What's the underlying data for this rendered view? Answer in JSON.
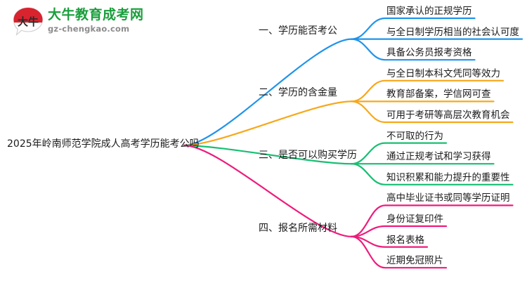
{
  "logo": {
    "mark_alt": "daniu-logo",
    "mark_text": "大牛",
    "title": "大牛教育成考网",
    "subtitle": "gz-chengkao.com",
    "title_color": "#1a9e3c",
    "mark_color": "#d9232e"
  },
  "mindmap": {
    "root": "2025年岭南师范学院成人高考学历能考公吗",
    "branches": [
      {
        "label": "一、学历能否考公",
        "color": "#2094ea",
        "children": [
          "国家承认的正规学历",
          "与全日制学历相当的社会认可度",
          "具备公务员报考资格"
        ]
      },
      {
        "label": "二、学历的含金量",
        "color": "#f7a81b",
        "children": [
          "与全日制本科文凭同等效力",
          "教育部备案，学信网可查",
          "可用于考研等高层次教育机会"
        ]
      },
      {
        "label": "三、是否可以购买学历",
        "color": "#18bf72",
        "children": [
          "不可取的行为",
          "通过正规考试和学习获得",
          "知识积累和能力提升的重要性"
        ]
      },
      {
        "label": "四、报名所需材料",
        "color": "#ef1b7b",
        "children": [
          "高中毕业证书或同等学历证明",
          "身份证复印件",
          "报名表格",
          "近期免冠照片"
        ]
      }
    ]
  }
}
